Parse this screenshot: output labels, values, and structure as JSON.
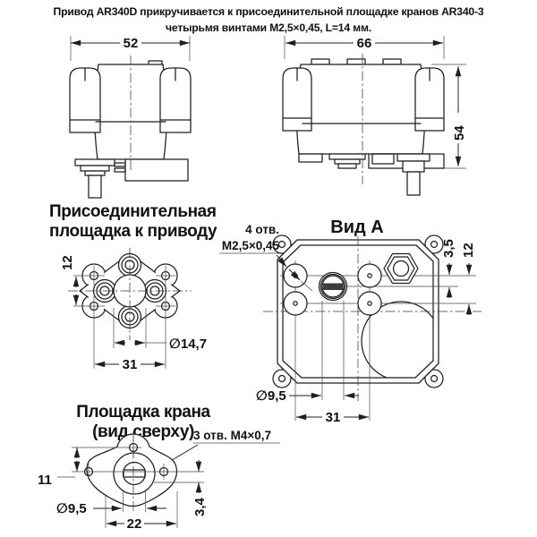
{
  "header": {
    "line1": "Привод AR340D прикручивается к присоединительной площадке кранов AR340-3",
    "line2": "четырьмя винтами М2,5×0,45, L=14 мм."
  },
  "front_view": {
    "dim_width": "52"
  },
  "side_view": {
    "dim_width": "66",
    "dim_height": "54"
  },
  "mounting_plate": {
    "title_line1": "Присоединительная",
    "title_line2": "площадка к приводу",
    "dim_hole_spacing": "12",
    "dim_hole_distance": "31",
    "dim_center_dia": "∅14,7"
  },
  "view_a": {
    "title": "Вид А",
    "note_line1": "4 отв.",
    "note_line2": "М2,5×0,45",
    "dim_offset": "3,5",
    "dim_spacing": "12",
    "dim_shaft_dia": "∅9,5",
    "dim_hole_distance": "31"
  },
  "crane_plate": {
    "title_line1": "Площадка крана",
    "title_line2": "(вид сверху)",
    "note": "3 отв. М4×0,7",
    "dim_top_hole": "11",
    "dim_shaft_dia": "∅9,5",
    "dim_hole_distance": "22",
    "dim_offset": "3,4"
  },
  "colors": {
    "line": "#1f1f1f",
    "background": "#ffffff",
    "slot_fill": "#3d3d3d"
  }
}
